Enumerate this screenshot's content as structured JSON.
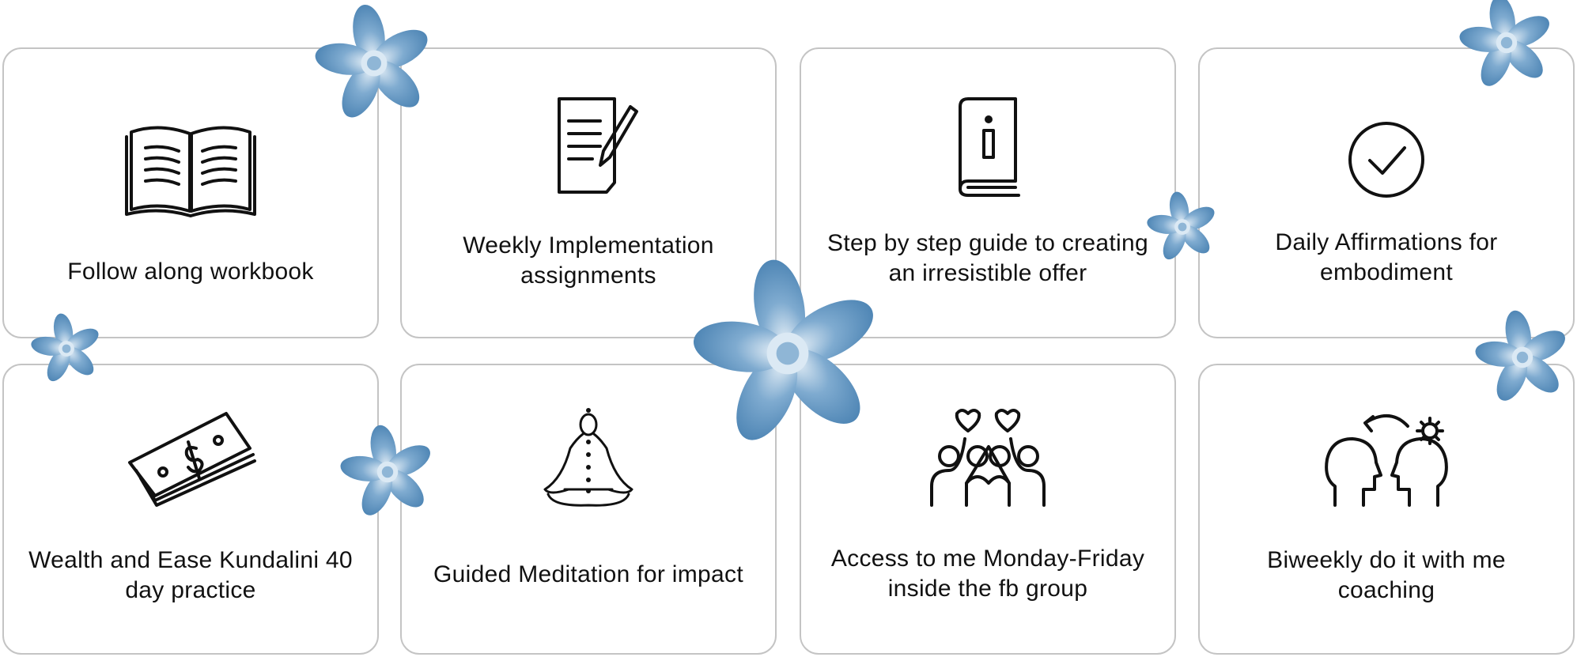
{
  "cards": [
    {
      "label": "Follow along workbook",
      "icon": "open-book-icon"
    },
    {
      "label": "Weekly Implementation assignments",
      "icon": "document-pen-icon"
    },
    {
      "label": "Step by step guide to creating an irresistible offer",
      "icon": "info-book-icon"
    },
    {
      "label": "Daily Affirmations for embodiment",
      "icon": "check-circle-icon"
    },
    {
      "label": "Wealth and Ease Kundalini 40 day practice",
      "icon": "money-stack-icon"
    },
    {
      "label": "Guided Meditation for impact",
      "icon": "meditation-icon"
    },
    {
      "label": "Access to me Monday-Friday inside the fb group",
      "icon": "community-hearts-icon"
    },
    {
      "label": "Biweekly do it with me coaching",
      "icon": "coaching-heads-icon"
    }
  ],
  "colors": {
    "border": "#c4c4c4",
    "flower": "#6f9fc6",
    "text": "#111111"
  }
}
